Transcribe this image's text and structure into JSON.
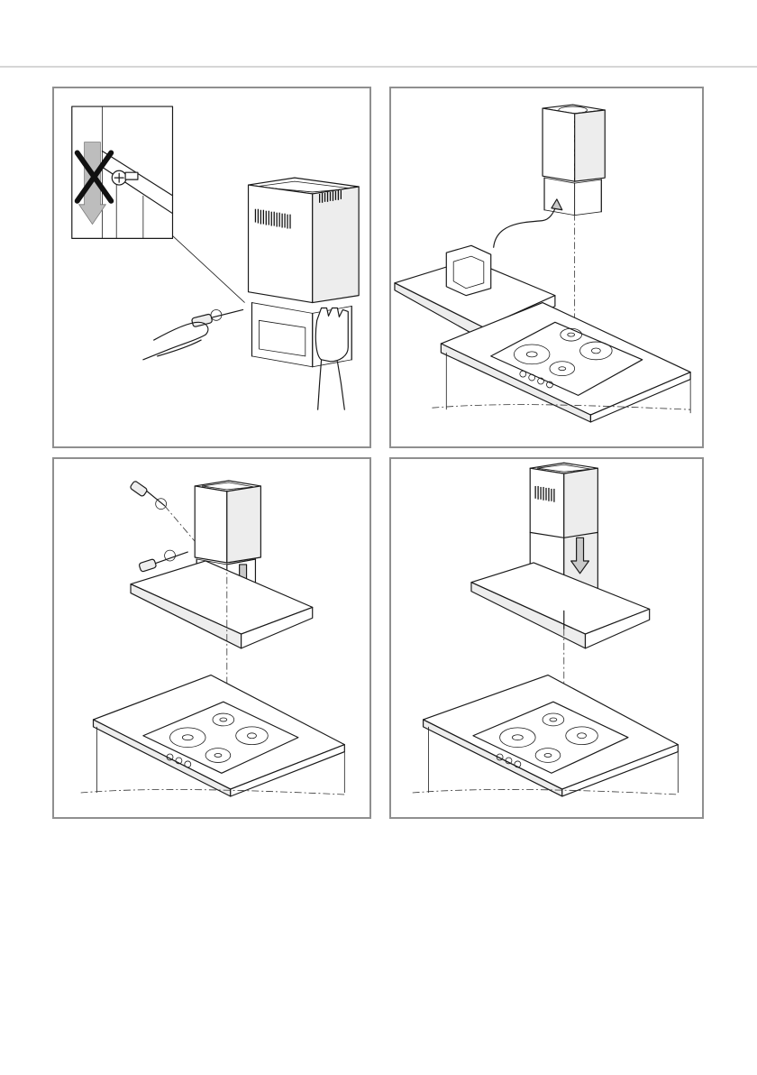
{
  "document": {
    "type": "installation-instructions-page",
    "steps": [
      {
        "id": "step-1",
        "illustration": "remove-screws-from-chimney-bracket",
        "icons": [
          "prohibited-cross-icon",
          "screw-icon",
          "screwdriver-icon",
          "hand-icon"
        ]
      },
      {
        "id": "step-2",
        "illustration": "move-bracket-from-hood-to-chimney",
        "icons": [
          "curved-arrow-icon",
          "hob-icon"
        ]
      },
      {
        "id": "step-3",
        "illustration": "fix-chimney-to-hood-with-screws",
        "icons": [
          "screwdriver-icon",
          "down-arrow-icon",
          "hob-icon"
        ]
      },
      {
        "id": "step-4",
        "illustration": "slide-chimney-cover-down",
        "icons": [
          "down-arrow-icon",
          "hob-icon"
        ]
      }
    ]
  },
  "colors": {
    "line": "#1a1a1a",
    "frame": "#8f8f8f",
    "rule": "#d6d6d6",
    "arrow_fill": "#c9c9c9"
  }
}
